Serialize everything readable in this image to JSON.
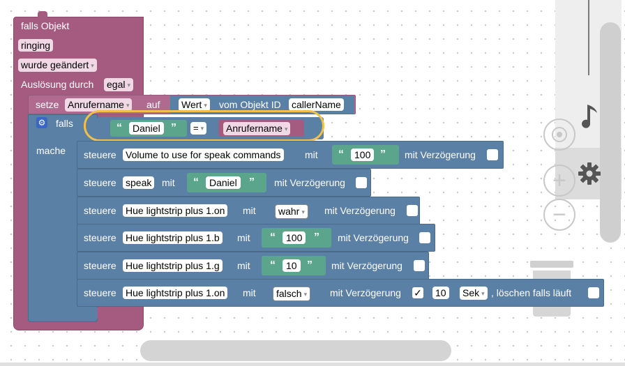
{
  "trigger": {
    "title": "falls Objekt",
    "object_field": "ringing",
    "condition_select": "wurde geändert",
    "trigger_by_label": "Auslösung durch",
    "trigger_by_select": "egal"
  },
  "set_var": {
    "setze_label": "setze",
    "var_select": "Anrufername",
    "auf_label": "auf",
    "value_select": "Wert",
    "vom_label": "vom Objekt ID",
    "object_id": "callerName"
  },
  "if_block": {
    "falls_label": "falls",
    "mache_label": "mache",
    "condition": {
      "left_string": "Daniel",
      "operator": "=",
      "right_var": "Anrufername"
    }
  },
  "actions": [
    {
      "prefix": "steuere",
      "target": "Volume to use for speak commands",
      "mit": "mit",
      "value_type": "string",
      "value": "100",
      "delay_label": "mit Verzögerung",
      "delay_checked": false
    },
    {
      "prefix": "steuere",
      "target": "speak",
      "mit": "mit",
      "value_type": "string",
      "value": "Daniel",
      "delay_label": "mit Verzögerung",
      "delay_checked": false
    },
    {
      "prefix": "steuere",
      "target": "Hue lightstrip plus 1.on",
      "mit": "mit",
      "value_type": "select",
      "value": "wahr",
      "delay_label": "mit Verzögerung",
      "delay_checked": false
    },
    {
      "prefix": "steuere",
      "target": "Hue lightstrip plus 1.b",
      "mit": "mit",
      "value_type": "string",
      "value": "100",
      "delay_label": "mit Verzögerung",
      "delay_checked": false
    },
    {
      "prefix": "steuere",
      "target": "Hue lightstrip plus 1.g",
      "mit": "mit",
      "value_type": "string",
      "value": "10",
      "delay_label": "mit Verzögerung",
      "delay_checked": false
    },
    {
      "prefix": "steuere",
      "target": "Hue lightstrip plus 1.on",
      "mit": "mit",
      "value_type": "select",
      "value": "falsch",
      "delay_label": "mit Verzögerung",
      "delay_checked": true,
      "delay_value": "10",
      "delay_unit": "Sek",
      "clear_label": ", löschen falls läuft",
      "clear_checked": false
    }
  ],
  "icons": {
    "check": "✓",
    "open_quote": "“",
    "close_quote": "”",
    "caret": "▾",
    "music": "music-note-icon",
    "gear": "gear-icon",
    "mutator": "gear-icon"
  },
  "colors": {
    "event_block": "#a55b80",
    "control_block": "#5b80a5",
    "string_block": "#5ba58c",
    "highlight": "#f0c04a"
  }
}
